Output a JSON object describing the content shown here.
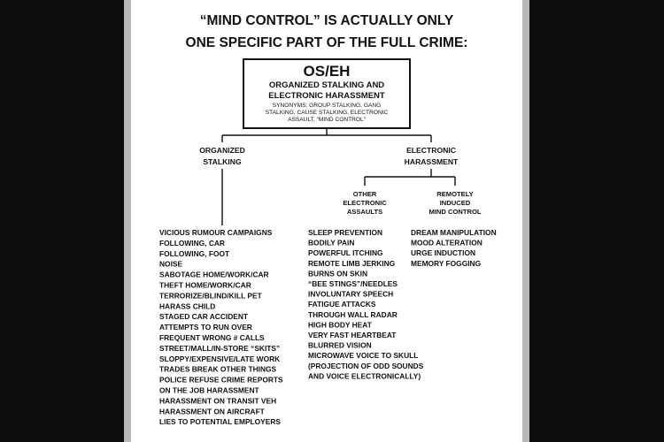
{
  "title": {
    "line1": "“MIND CONTROL” IS ACTUALLY ONLY",
    "line2": "ONE SPECIFIC PART OF THE FULL CRIME:"
  },
  "root": {
    "title": "OS/EH",
    "subtitle_line1": "ORGANIZED STALKING AND",
    "subtitle_line2": "ELECTRONIC HARASSMENT",
    "synonyms_line1": "SYNONYMS:  GROUP STALKING, GANG",
    "synonyms_line2": "STALKING, CAUSE STALKING, ELECTRONIC",
    "synonyms_line3": "ASSAULT, “MIND CONTROL”"
  },
  "branches": {
    "organized_stalking": {
      "label_line1": "ORGANIZED",
      "label_line2": "STALKING",
      "items": [
        "VICIOUS RUMOUR CAMPAIGNS",
        "FOLLOWING, CAR",
        "FOLLOWING, FOOT",
        "NOISE",
        "SABOTAGE HOME/WORK/CAR",
        "THEFT HOME/WORK/CAR",
        "TERRORIZE/BLIND/KILL PET",
        "HARASS CHILD",
        "STAGED CAR ACCIDENT",
        "ATTEMPTS TO RUN OVER",
        "FREQUENT WRONG # CALLS",
        "STREET/MALL/IN-STORE “SKITS”",
        "SLOPPY/EXPENSIVE/LATE WORK",
        "TRADES BREAK OTHER THINGS",
        "POLICE REFUSE CRIME REPORTS",
        "ON THE JOB HARASSMENT",
        "HARASSMENT ON TRANSIT VEH",
        "HARASSMENT ON AIRCRAFT",
        "LIES TO POTENTIAL EMPLOYERS"
      ]
    },
    "electronic_harassment": {
      "label_line1": "ELECTRONIC",
      "label_line2": "HARASSMENT",
      "other_assaults": {
        "label_line1": "OTHER",
        "label_line2": "ELECTRONIC",
        "label_line3": "ASSAULTS",
        "items": [
          "SLEEP PREVENTION",
          "BODILY PAIN",
          "POWERFUL ITCHING",
          "REMOTE LIMB JERKING",
          "BURNS ON SKIN",
          "“BEE STINGS”/NEEDLES",
          "INVOLUNTARY SPEECH",
          "FATIGUE ATTACKS",
          "THROUGH WALL RADAR",
          "HIGH BODY HEAT",
          "VERY FAST HEARTBEAT",
          "BLURRED VISION",
          "MICROWAVE VOICE TO SKULL",
          " (PROJECTION OF ODD SOUNDS",
          " AND VOICE ELECTRONICALLY)"
        ]
      },
      "mind_control": {
        "label_line1": "REMOTELY",
        "label_line2": "INDUCED",
        "label_line3": "MIND CONTROL",
        "items": [
          "DREAM MANIPULATION",
          "MOOD ALTERATION",
          "URGE INDUCTION",
          "MEMORY FOGGING"
        ]
      }
    }
  }
}
